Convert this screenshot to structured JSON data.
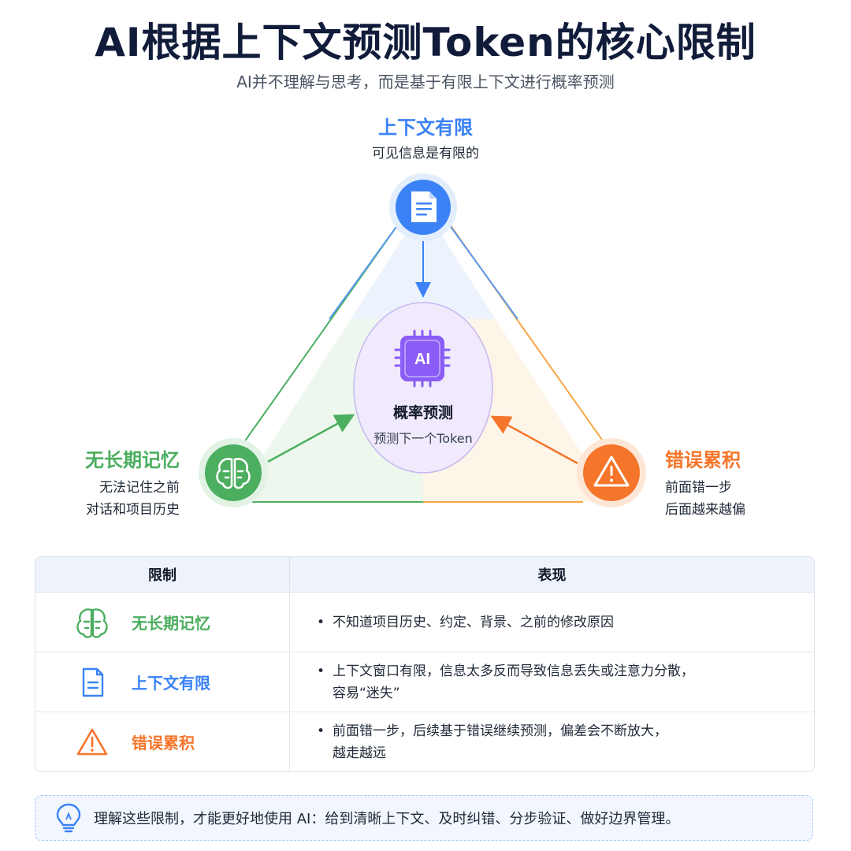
{
  "header": {
    "title": "AI根据上下文预测Token的核心限制",
    "subtitle": "AI并不理解与思考，而是基于有限上下文进行概率预测"
  },
  "diagram": {
    "center": {
      "icon_text": "AI",
      "title": "概率预测",
      "subtitle": "预测下一个Token",
      "icon": "ai-chip-icon"
    },
    "top": {
      "title": "上下文有限",
      "subtitle": "可见信息是有限的",
      "icon": "document-icon",
      "color": "#3b82f6"
    },
    "left": {
      "title": "无长期记忆",
      "line1": "无法记住之前",
      "line2": "对话和项目历史",
      "icon": "brain-icon",
      "color": "#4cae5f"
    },
    "right": {
      "title": "错误累积",
      "line1": "前面错一步",
      "line2": "后面越来越偏",
      "icon": "warning-icon",
      "color": "#f5752a"
    }
  },
  "table": {
    "headers": [
      "限制",
      "表现"
    ],
    "rows": [
      {
        "name": "无长期记忆",
        "icon": "brain-icon",
        "lines": [
          "不知道项目历史、约定、背景、之前的修改原因"
        ]
      },
      {
        "name": "上下文有限",
        "icon": "document-icon",
        "lines": [
          "上下文窗口有限，信息太多反而导致信息丢失或注意力分散，",
          "容易“迷失”"
        ]
      },
      {
        "name": "错误累积",
        "icon": "warning-icon",
        "lines": [
          "前面错一步，后续基于错误继续预测，偏差会不断放大，",
          "越走越远"
        ]
      }
    ]
  },
  "tip": {
    "icon": "lightbulb-icon",
    "text": "理解这些限制，才能更好地使用 AI：给到清晰上下文、及时纠错、分步验证、做好边界管理。"
  }
}
